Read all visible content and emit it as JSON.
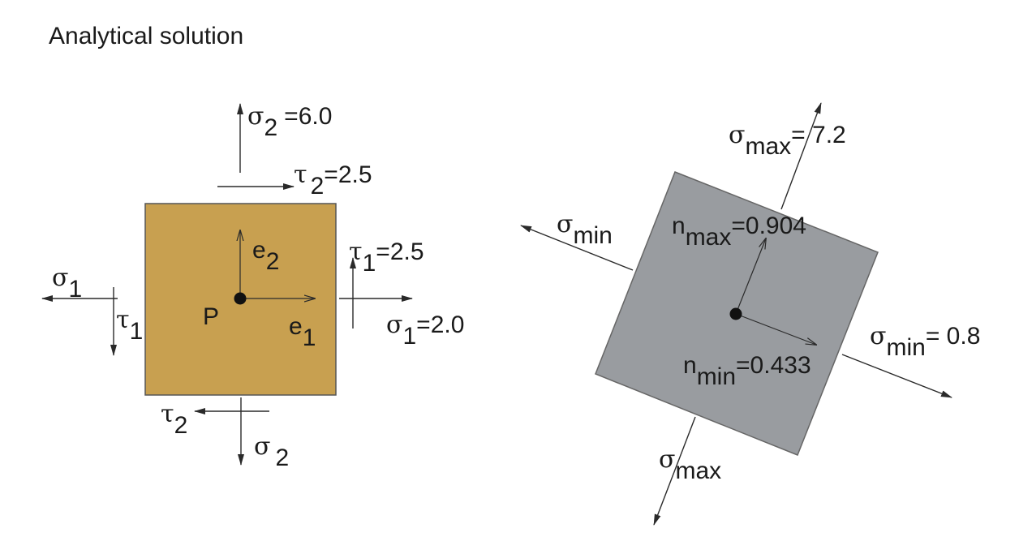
{
  "title": "Analytical solution",
  "left": {
    "sigma2_top": {
      "sym": "σ",
      "sub": "2",
      "value": "=6.0"
    },
    "tau2_top": {
      "sym": "τ",
      "sub": "2",
      "value": "=2.5"
    },
    "tau1_right": {
      "sym": "τ",
      "sub": "1",
      "value": "=2.5"
    },
    "sigma1_right": {
      "sym": "σ",
      "sub": "1",
      "value": "=2.0"
    },
    "sigma1_left": {
      "sym": "σ",
      "sub": "1"
    },
    "tau1_left": {
      "sym": "τ",
      "sub": "1"
    },
    "tau2_bottom": {
      "sym": "τ",
      "sub": "2"
    },
    "sigma2_bottom": {
      "sym": "σ",
      "sub": "2"
    },
    "point": "P",
    "e1": {
      "sym": "e",
      "sub": "1"
    },
    "e2": {
      "sym": "e",
      "sub": "2"
    },
    "colors": {
      "element": "#c8a050"
    }
  },
  "right": {
    "sigma_max_top": {
      "sym": "σ",
      "sub": "max",
      "value": "= 7.2"
    },
    "sigma_min_left": {
      "sym": "σ",
      "sub": "min"
    },
    "n_max": {
      "sym": "n",
      "sub": "max",
      "value": "=0.904"
    },
    "n_min": {
      "sym": "n",
      "sub": "min",
      "value": "=0.433"
    },
    "sigma_min_right": {
      "sym": "σ",
      "sub": "min",
      "value": "= 0.8"
    },
    "sigma_max_bottom": {
      "sym": "σ",
      "sub": "max"
    },
    "colors": {
      "element": "#999ca0"
    }
  }
}
